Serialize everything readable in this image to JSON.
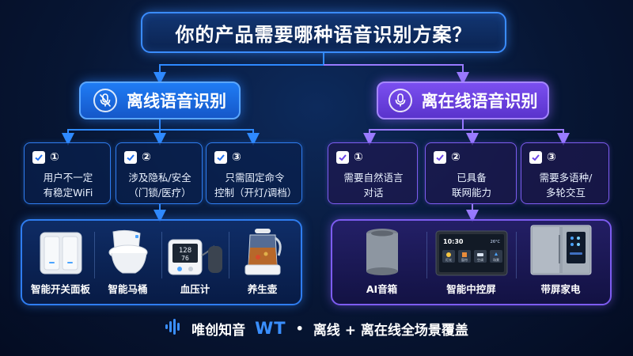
{
  "title": "你的产品需要哪种语音识别方案？",
  "branches": {
    "offline": {
      "label": "离线语音识别",
      "icon": "microphone-off-icon",
      "color": "#1f7cf5",
      "requirements": [
        {
          "num": "①",
          "text": "用户不一定\n有稳定WiFi"
        },
        {
          "num": "②",
          "text": "涉及隐私/安全\n（门锁/医疗）"
        },
        {
          "num": "③",
          "text": "只需固定命令\n控制（开灯/调档）"
        }
      ],
      "products": [
        {
          "name": "智能开关面板",
          "icon": "switch-panel-icon"
        },
        {
          "name": "智能马桶",
          "icon": "smart-toilet-icon"
        },
        {
          "name": "血压计",
          "icon": "blood-pressure-monitor-icon"
        },
        {
          "name": "养生壶",
          "icon": "health-kettle-icon"
        }
      ]
    },
    "online": {
      "label": "离在线语音识别",
      "icon": "microphone-icon",
      "color": "#7b4ff0",
      "requirements": [
        {
          "num": "①",
          "text": "需要自然语言\n对话"
        },
        {
          "num": "②",
          "text": "已具备\n联网能力"
        },
        {
          "num": "③",
          "text": "需要多语种/\n多轮交互"
        }
      ],
      "products": [
        {
          "name": "AI音箱",
          "icon": "smart-speaker-icon"
        },
        {
          "name": "智能中控屏",
          "icon": "control-screen-icon"
        },
        {
          "name": "带屏家电",
          "icon": "screen-fridge-icon"
        }
      ],
      "screen": {
        "time": "10:30",
        "temp": "26°C",
        "tiles": [
          "灯光",
          "窗帘",
          "空调",
          "场景"
        ]
      }
    }
  },
  "footer": {
    "brand": "唯创知音",
    "logo": "WT",
    "separator": "•",
    "slogan": "离线 + 离在线全场景覆盖",
    "icon": "sound-wave-icon"
  }
}
